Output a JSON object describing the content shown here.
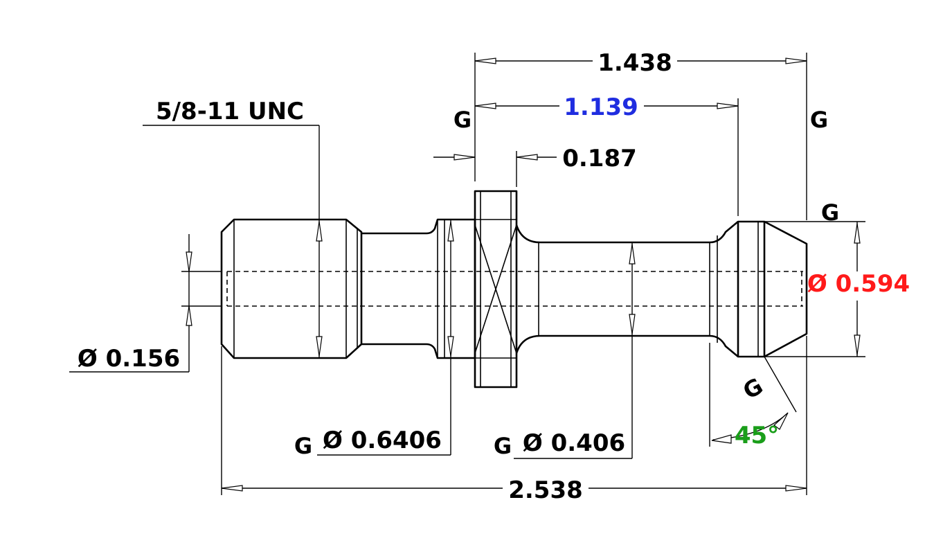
{
  "colors": {
    "default": "#000000",
    "overall_length_inner": "#1f2de0",
    "head_diameter": "#ff1a1a",
    "chamfer_angle": "#1a9e1a"
  },
  "dimensions": {
    "overall_length": "2.538",
    "head_length": "1.438",
    "gauge_length": "1.139",
    "flange_width": "0.187",
    "thread_spec": "5/8-11 UNC",
    "bore_diameter": "Ø 0.156",
    "collar_diameter": "Ø 0.6406",
    "neck_diameter": "Ø 0.406",
    "head_diameter": "Ø 0.594",
    "chamfer_angle": "45°"
  },
  "gd_symbols": {
    "symbol": "G"
  }
}
